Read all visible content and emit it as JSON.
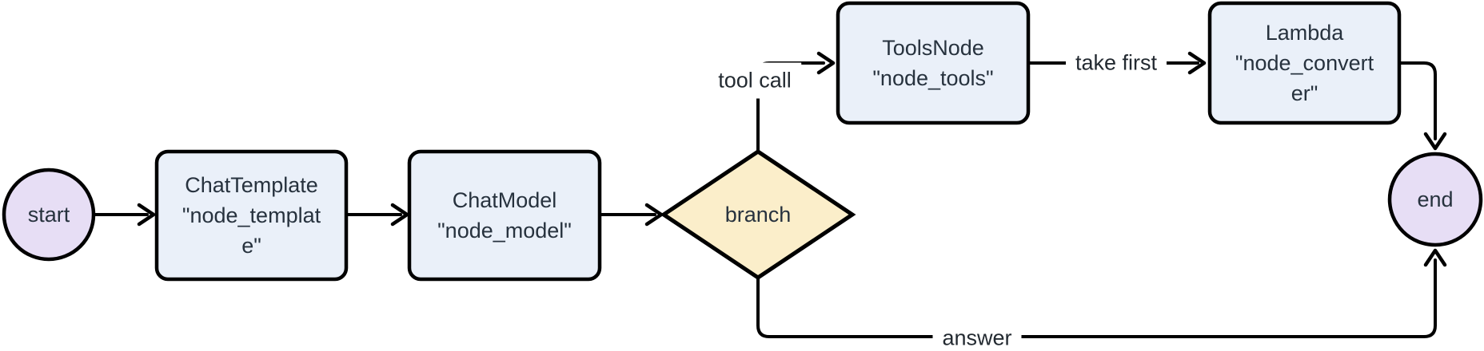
{
  "diagram": {
    "type": "flowchart",
    "direction": "left-to-right",
    "nodes": [
      {
        "id": "start",
        "shape": "circle",
        "label": "start"
      },
      {
        "id": "node_template",
        "shape": "rect",
        "label": "ChatTemplate\n\"node_templat\ne\""
      },
      {
        "id": "node_model",
        "shape": "rect",
        "label": "ChatModel\n\"node_model\""
      },
      {
        "id": "branch",
        "shape": "diamond",
        "label": "branch"
      },
      {
        "id": "node_tools",
        "shape": "rect",
        "label": "ToolsNode\n\"node_tools\""
      },
      {
        "id": "node_converter",
        "shape": "rect",
        "label": "Lambda\n\"node_convert\ner\""
      },
      {
        "id": "end",
        "shape": "circle",
        "label": "end"
      }
    ],
    "edges": [
      {
        "from": "start",
        "to": "node_template",
        "label": ""
      },
      {
        "from": "node_template",
        "to": "node_model",
        "label": ""
      },
      {
        "from": "node_model",
        "to": "branch",
        "label": ""
      },
      {
        "from": "branch",
        "to": "node_tools",
        "label": "tool call"
      },
      {
        "from": "node_tools",
        "to": "node_converter",
        "label": "take first"
      },
      {
        "from": "node_converter",
        "to": "end",
        "label": ""
      },
      {
        "from": "branch",
        "to": "end",
        "label": "answer"
      }
    ],
    "colors": {
      "background": "#ffffff",
      "border": "#000000",
      "line": "#000000",
      "text": "#27323e",
      "edge_text": "#232a31",
      "circle_fill": "#e7def5",
      "rect_fill": "#eaf0f9",
      "diamond_fill": "#fbeeca"
    }
  }
}
